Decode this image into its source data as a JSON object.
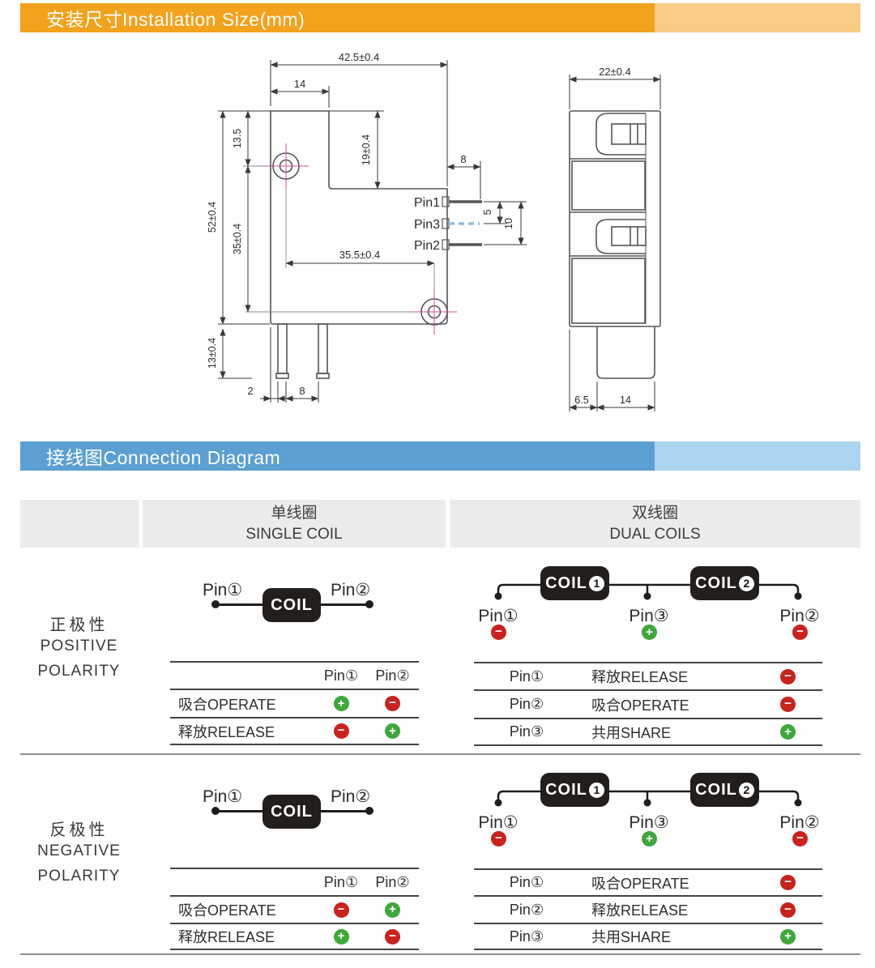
{
  "banners": {
    "installation": {
      "label": "安装尺寸Installation Size(mm)"
    },
    "connection": {
      "label": "接线图Connection Diagram"
    }
  },
  "colors": {
    "orange": "#F2A21C",
    "orange_light": "#F7CC85",
    "blue": "#5C9FD2",
    "blue_light": "#AAD4F0",
    "green": "#3FA73C",
    "red": "#C9221F"
  },
  "front_view": {
    "dims": {
      "overall_width": "42.5±0.4",
      "flange_width": "14",
      "hole_top_offset": "13.5",
      "step_height": "19±0.4",
      "pin_length": "8",
      "overall_height": "52±0.4",
      "hole_vertical_pitch": "35±0.4",
      "hole_horizontal_pitch": "35.5±0.4",
      "terminal_length": "13±0.4",
      "terminal_width": "2",
      "terminal_gap": "8",
      "pin_gap_small": "5",
      "pin_gap_large": "10"
    },
    "pin_labels": {
      "pin1": "Pin1",
      "pin3": "Pin3",
      "pin2": "Pin2"
    }
  },
  "side_view": {
    "dims": {
      "overall_width": "22±0.4",
      "base_offset": "6.5",
      "base_width": "14"
    }
  },
  "connection": {
    "header": {
      "single_zh": "单线圈",
      "single_en": "SINGLE COIL",
      "dual_zh": "双线圈",
      "dual_en": "DUAL COILS"
    },
    "positive": {
      "label_zh": "正极性",
      "label_en1": "POSITIVE",
      "label_en2": "POLARITY",
      "single": {
        "pin_left": "Pin①",
        "pin_right": "Pin②",
        "coil": "COIL",
        "col1": "Pin①",
        "col2": "Pin②",
        "rows": [
          {
            "label": "吸合OPERATE",
            "s1": "plus",
            "s2": "minus"
          },
          {
            "label": "释放RELEASE",
            "s1": "minus",
            "s2": "plus"
          }
        ]
      },
      "dual": {
        "coil": "COIL",
        "coil1_num": "1",
        "coil2_num": "2",
        "pin1": "Pin①",
        "pin3": "Pin③",
        "pin2": "Pin②",
        "sign1": "minus",
        "sign3": "plus",
        "sign2": "minus",
        "rows": [
          {
            "pin": "Pin①",
            "label": "释放RELEASE",
            "sign": "minus"
          },
          {
            "pin": "Pin②",
            "label": "吸合OPERATE",
            "sign": "minus"
          },
          {
            "pin": "Pin③",
            "label": "共用SHARE",
            "sign": "plus"
          }
        ]
      }
    },
    "negative": {
      "label_zh": "反极性",
      "label_en1": "NEGATIVE",
      "label_en2": "POLARITY",
      "single": {
        "pin_left": "Pin①",
        "pin_right": "Pin②",
        "coil": "COIL",
        "col1": "Pin①",
        "col2": "Pin②",
        "rows": [
          {
            "label": "吸合OPERATE",
            "s1": "minus",
            "s2": "plus"
          },
          {
            "label": "释放RELEASE",
            "s1": "plus",
            "s2": "minus"
          }
        ]
      },
      "dual": {
        "coil": "COIL",
        "coil1_num": "1",
        "coil2_num": "2",
        "pin1": "Pin①",
        "pin3": "Pin③",
        "pin2": "Pin②",
        "sign1": "minus",
        "sign3": "plus",
        "sign2": "minus",
        "rows": [
          {
            "pin": "Pin①",
            "label": "吸合OPERATE",
            "sign": "minus"
          },
          {
            "pin": "Pin②",
            "label": "释放RELEASE",
            "sign": "minus"
          },
          {
            "pin": "Pin③",
            "label": "共用SHARE",
            "sign": "plus"
          }
        ]
      }
    }
  }
}
